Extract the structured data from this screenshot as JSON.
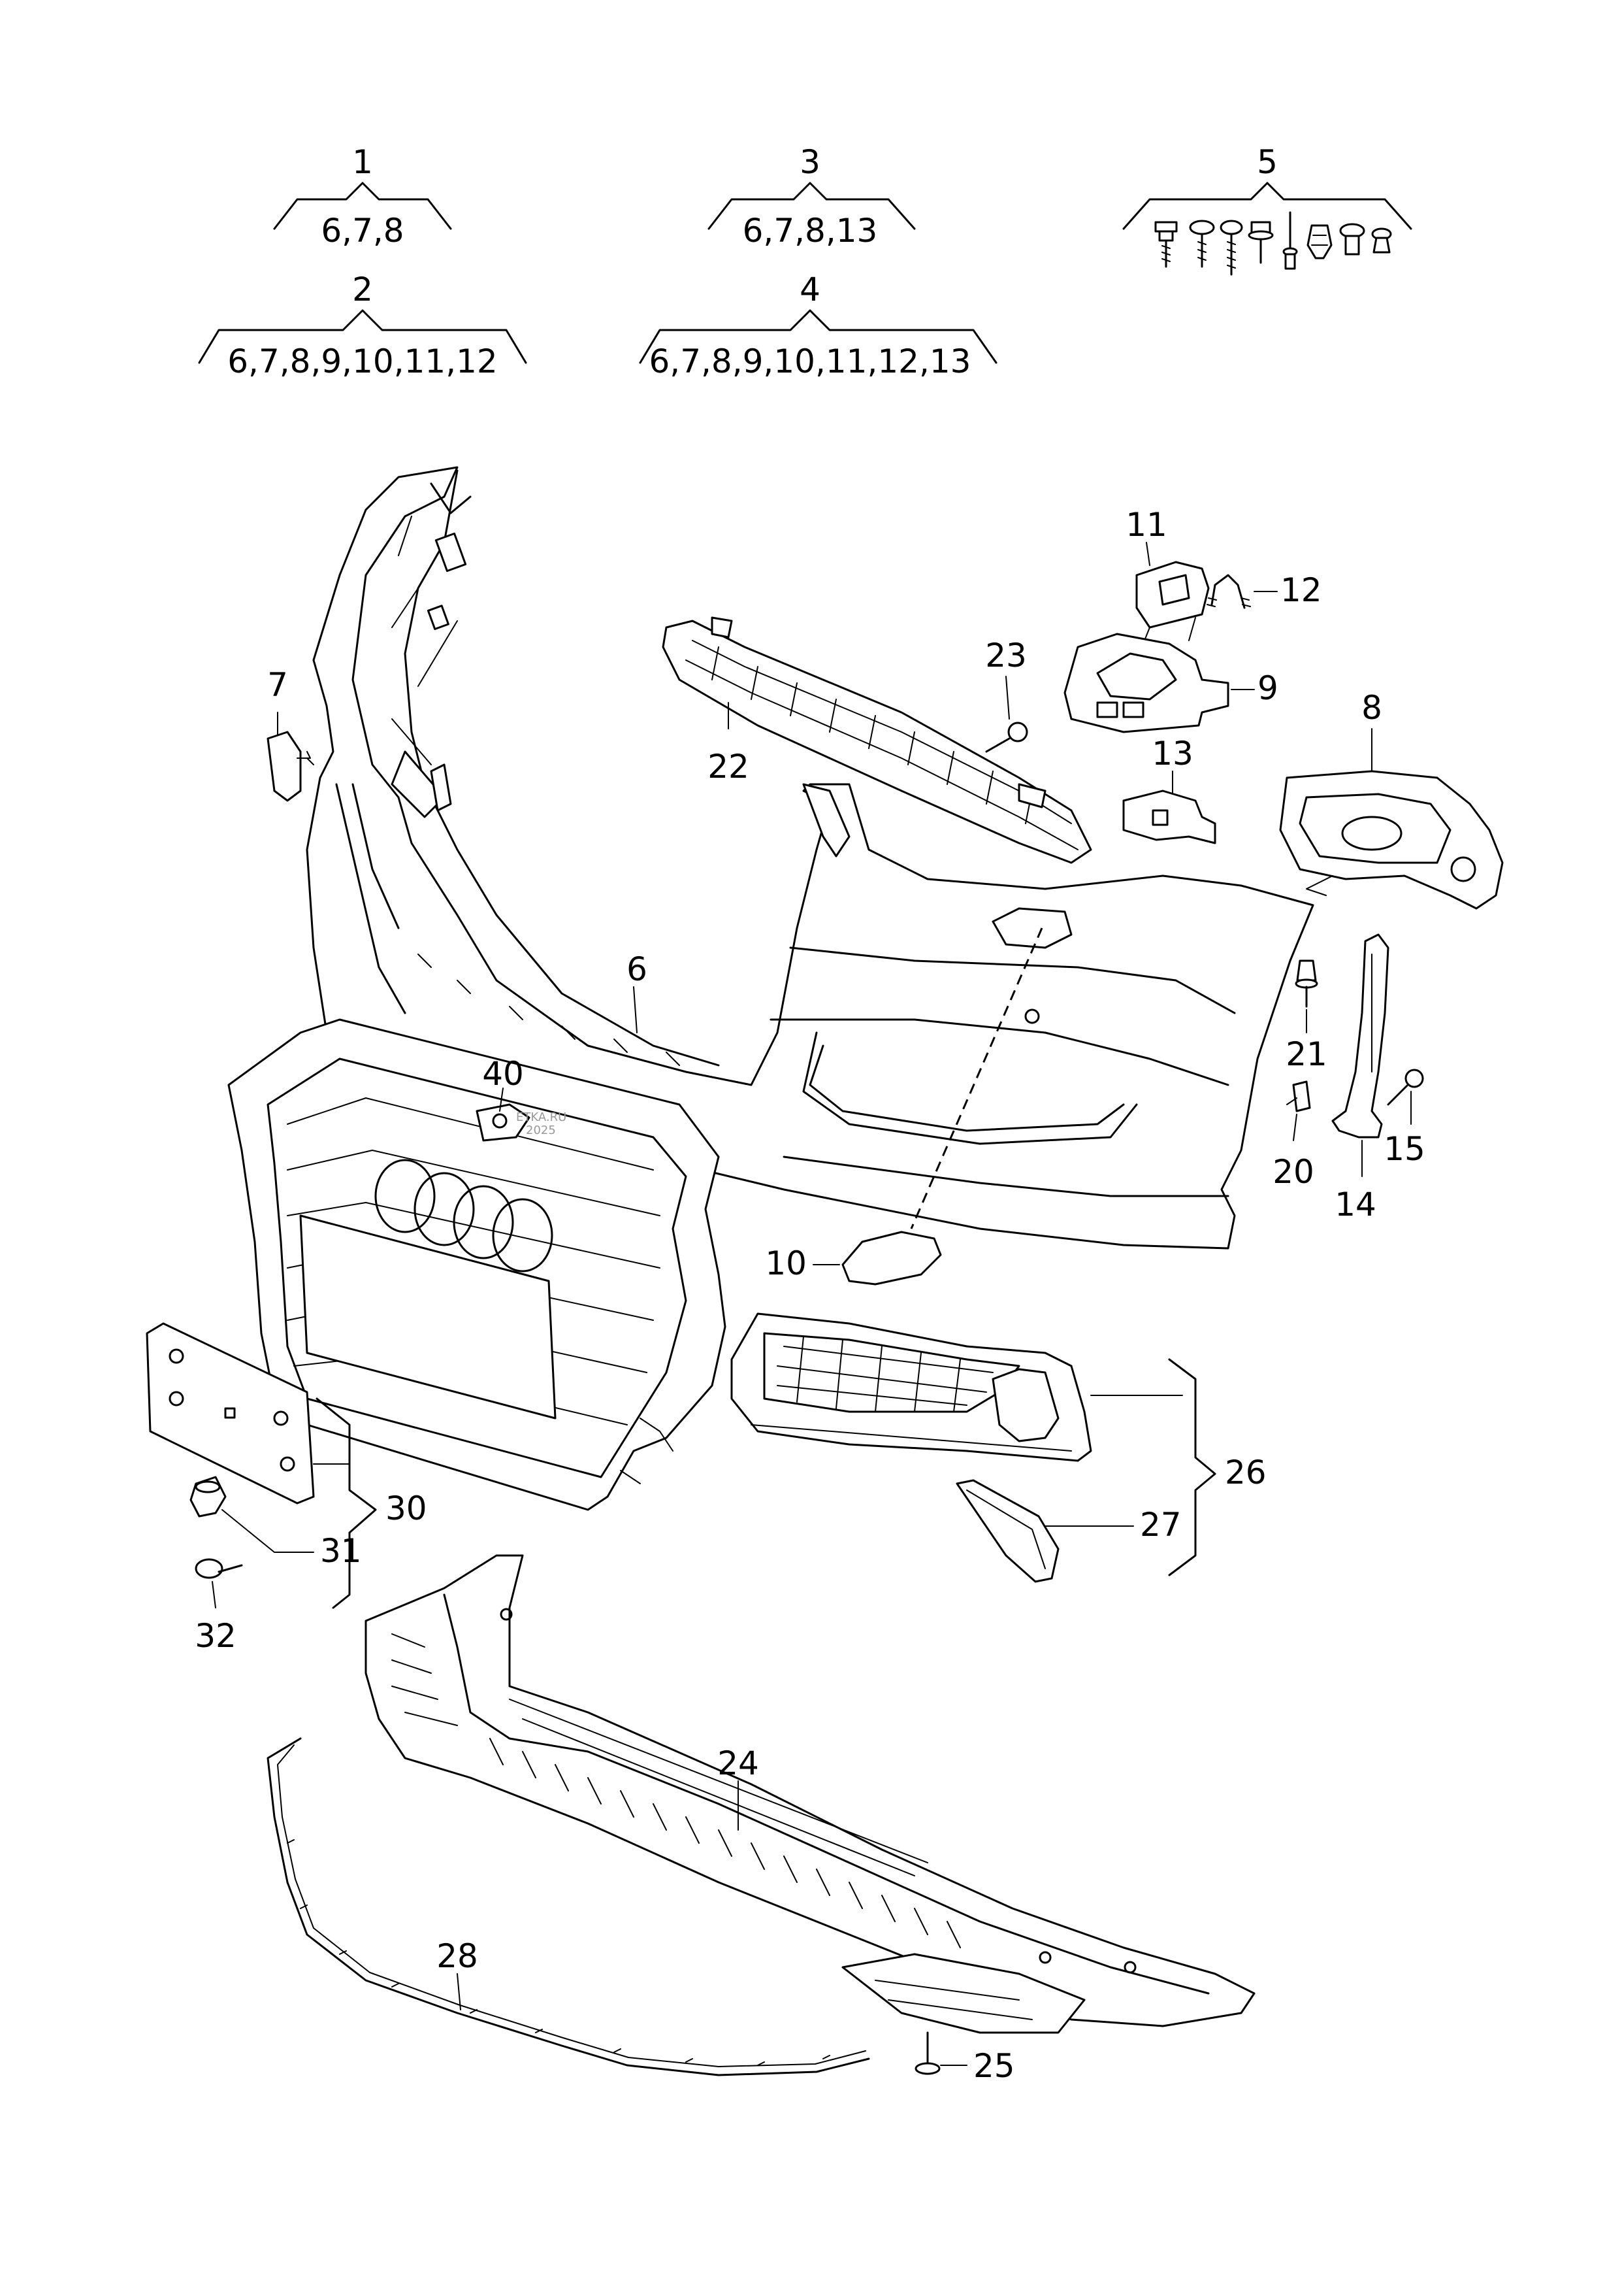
{
  "groups": [
    {
      "id": "1",
      "contents": "6,7,8"
    },
    {
      "id": "2",
      "contents": "6,7,8,9,10,11,12"
    },
    {
      "id": "3",
      "contents": "6,7,8,13"
    },
    {
      "id": "4",
      "contents": "6,7,8,9,10,11,12,13"
    },
    {
      "id": "5",
      "contents": ""
    }
  ],
  "callouts": [
    "6",
    "7",
    "8",
    "9",
    "10",
    "11",
    "12",
    "13",
    "14",
    "15",
    "20",
    "21",
    "22",
    "23",
    "24",
    "25",
    "26",
    "27",
    "28",
    "30",
    "31",
    "32",
    "40"
  ],
  "parts": {
    "bumper_cover": "6",
    "trim_cap_left": "7",
    "bracket_right": "8",
    "sensor_holder": "9",
    "trim_cap_lower": "10",
    "sensor_clip": "11",
    "spring_clip": "12",
    "retainer_plate": "13",
    "guide_bracket": "14",
    "screw_15": "15",
    "clip_nut": "20",
    "expansion_rivet": "21",
    "upper_grille": "22",
    "screw_23": "23",
    "lower_spoiler": "24",
    "screw_25": "25",
    "fog_grille_group": "26",
    "trim_strip_27": "27",
    "spoiler_trim": "28",
    "plate_group": "30",
    "plate_nut": "31",
    "plate_screw": "32",
    "emblem_mount": "40"
  },
  "watermark": {
    "line1": "ETKA.RU",
    "line2": "2025"
  }
}
